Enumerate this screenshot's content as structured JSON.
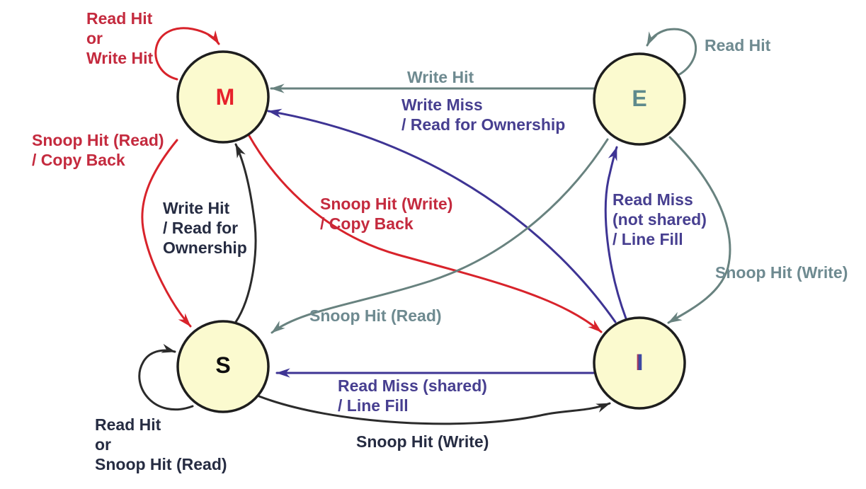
{
  "diagram": {
    "kind": "state-diagram",
    "palette": {
      "node_fill": "#fbfacf",
      "node_stroke": "#1e1e1e",
      "red": "#d8232b",
      "gray": "#68827f",
      "purple": "#3e3494",
      "black": "#2b2b2b",
      "text_red": "#c42a3e",
      "text_gray": "#6e8a90",
      "text_purple": "#473f90",
      "text_black": "#262c42",
      "letter_m": "#e7212b",
      "letter_e": "#5e8a8c",
      "letter_s": "#0e0e0e",
      "letter_i": "#3d49a3"
    },
    "nodes": [
      {
        "id": "M",
        "label": "M"
      },
      {
        "id": "E",
        "label": "E"
      },
      {
        "id": "S",
        "label": "S"
      },
      {
        "id": "I",
        "label": "I"
      }
    ],
    "edges": [
      {
        "from": "M",
        "to": "M",
        "color": "red",
        "label": "Read Hit\nor\nWrite Hit"
      },
      {
        "from": "M",
        "to": "S",
        "color": "red",
        "label": "Snoop Hit (Read)\n/ Copy Back"
      },
      {
        "from": "S",
        "to": "M",
        "color": "black",
        "label": "Write Hit\n/ Read for\nOwnership"
      },
      {
        "from": "M",
        "to": "I",
        "color": "red",
        "label": "Snoop Hit (Write)\n/ Copy Back"
      },
      {
        "from": "E",
        "to": "M",
        "color": "gray",
        "label": "Write Hit"
      },
      {
        "from": "I",
        "to": "M",
        "color": "purple",
        "label": "Write Miss\n/ Read for Ownership"
      },
      {
        "from": "E",
        "to": "E",
        "color": "gray",
        "label": "Read Hit"
      },
      {
        "from": "I",
        "to": "E",
        "color": "purple",
        "label": "Read Miss\n(not shared)\n/ Line Fill"
      },
      {
        "from": "E",
        "to": "I",
        "color": "gray",
        "label": "Snoop Hit (Write)"
      },
      {
        "from": "E",
        "to": "S",
        "color": "gray",
        "label": "Snoop Hit (Read)"
      },
      {
        "from": "I",
        "to": "S",
        "color": "purple",
        "label": "Read Miss (shared)\n/ Line Fill"
      },
      {
        "from": "S",
        "to": "I",
        "color": "black",
        "label": "Snoop Hit (Write)"
      },
      {
        "from": "S",
        "to": "S",
        "color": "black",
        "label": "Read Hit\nor\nSnoop Hit (Read)"
      }
    ]
  }
}
